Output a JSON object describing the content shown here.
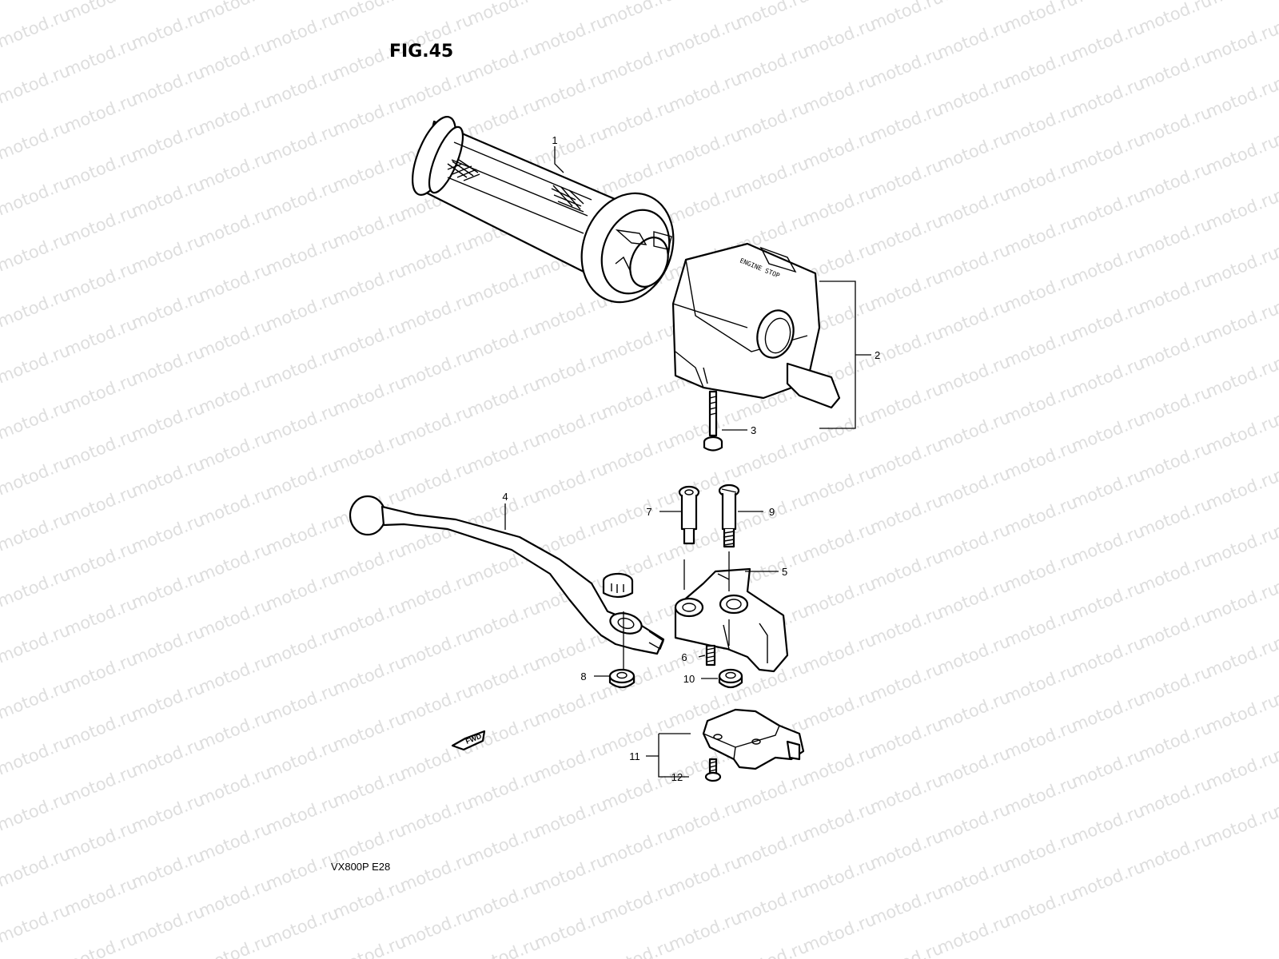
{
  "figure": {
    "title": "FIG.45",
    "model": "VX800P  E28"
  },
  "watermark": {
    "text": "motod.ru"
  },
  "switch_label": "ENGINE STOP",
  "fwd_label": "FWD",
  "callouts": [
    {
      "id": "1",
      "label": "1"
    },
    {
      "id": "2",
      "label": "2"
    },
    {
      "id": "3",
      "label": "3"
    },
    {
      "id": "4",
      "label": "4"
    },
    {
      "id": "5",
      "label": "5"
    },
    {
      "id": "6",
      "label": "6"
    },
    {
      "id": "7",
      "label": "7"
    },
    {
      "id": "8",
      "label": "8"
    },
    {
      "id": "9",
      "label": "9"
    },
    {
      "id": "10",
      "label": "10"
    },
    {
      "id": "11",
      "label": "11"
    },
    {
      "id": "12",
      "label": "12"
    }
  ]
}
